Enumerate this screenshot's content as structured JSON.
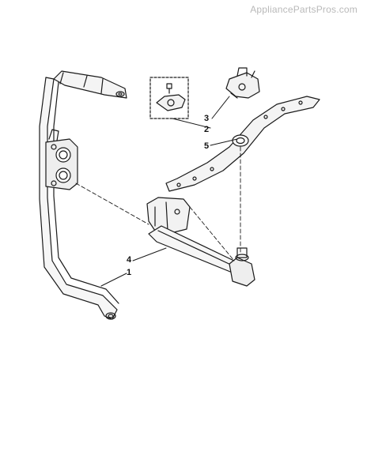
{
  "watermark": "AppliancePartsPros.com",
  "callouts": [
    {
      "id": "callout-3",
      "label": "3"
    },
    {
      "id": "callout-2",
      "label": "2"
    },
    {
      "id": "callout-5",
      "label": "5"
    },
    {
      "id": "callout-4",
      "label": "4"
    },
    {
      "id": "callout-1",
      "label": "1"
    }
  ]
}
